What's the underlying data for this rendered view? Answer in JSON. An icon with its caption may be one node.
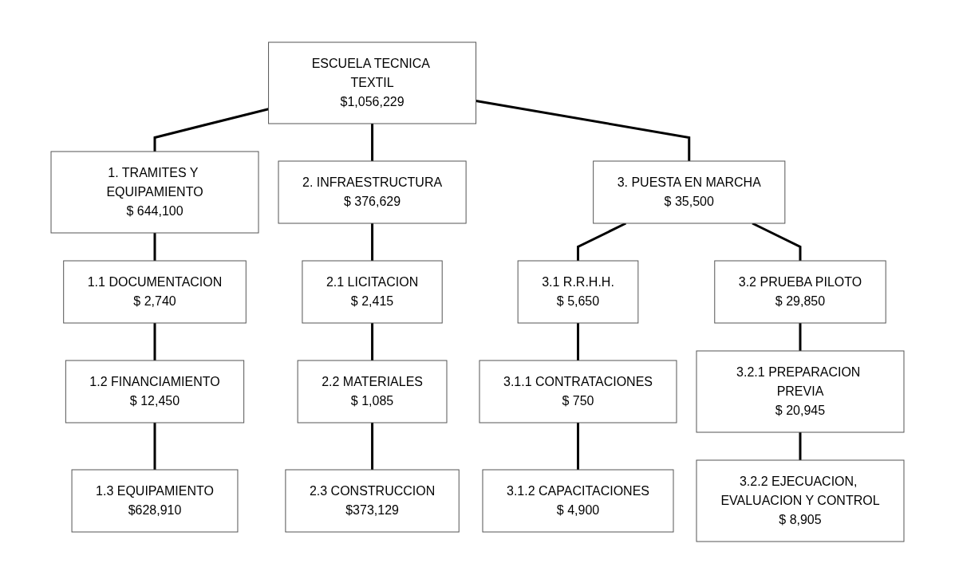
{
  "diagram": {
    "nodes": [
      {
        "text": [
          "ESCUELA TECNICA TEXTIL",
          "$1,056,229"
        ]
      },
      {
        "text": [
          "1. TRAMITES Y EQUIPAMIENTO",
          "$ 644,100"
        ]
      },
      {
        "text": [
          "2. INFRAESTRUCTURA",
          "$ 376,629"
        ]
      },
      {
        "text": [
          "3. PUESTA EN MARCHA",
          "$ 35,500"
        ]
      },
      {
        "text": [
          "1.1 DOCUMENTACION",
          "$ 2,740"
        ]
      },
      {
        "text": [
          "1.2 FINANCIAMIENTO",
          "$ 12,450"
        ]
      },
      {
        "text": [
          "1.3 EQUIPAMIENTO",
          "$628,910"
        ]
      },
      {
        "text": [
          "2.1 LICITACION",
          "$ 2,415"
        ]
      },
      {
        "text": [
          "2.2 MATERIALES",
          "$ 1,085"
        ]
      },
      {
        "text": [
          "2.3 CONSTRUCCION",
          "$373,129"
        ]
      },
      {
        "text": [
          "3.1 R.R.H.H.",
          "$ 5,650"
        ]
      },
      {
        "text": [
          "3.2 PRUEBA PILOTO",
          "$ 29,850"
        ]
      },
      {
        "text": [
          "3.1.1 CONTRATACIONES",
          "$ 750"
        ]
      },
      {
        "text": [
          "3.1.2 CAPACITACIONES",
          "$ 4,900"
        ]
      },
      {
        "text": [
          "3.2.1 PREPARACION PREVIA",
          "$ 20,945"
        ]
      },
      {
        "text": [
          "3.2.2 EJECUACION, EVALUACION Y CONTROL",
          "$ 8,905"
        ]
      }
    ],
    "edges": [
      {
        "from": 0,
        "to": 1,
        "arrow": "none"
      },
      {
        "from": 0,
        "to": 2,
        "arrow": "none"
      },
      {
        "from": 0,
        "to": 3,
        "arrow": "none"
      },
      {
        "from": 1,
        "to": 4,
        "arrow": "none"
      },
      {
        "from": 4,
        "to": 5,
        "arrow": "none"
      },
      {
        "from": 5,
        "to": 6,
        "arrow": "none"
      },
      {
        "from": 2,
        "to": 7,
        "arrow": "none"
      },
      {
        "from": 7,
        "to": 8,
        "arrow": "none"
      },
      {
        "from": 8,
        "to": 9,
        "arrow": "none"
      },
      {
        "from": 3,
        "to": 10,
        "arrow": "none"
      },
      {
        "from": 3,
        "to": 11,
        "arrow": "none"
      },
      {
        "from": 10,
        "to": 12,
        "arrow": "none"
      },
      {
        "from": 12,
        "to": 13,
        "arrow": "none"
      },
      {
        "from": 11,
        "to": 14,
        "arrow": "none"
      },
      {
        "from": 14,
        "to": 15,
        "arrow": "none"
      }
    ]
  }
}
